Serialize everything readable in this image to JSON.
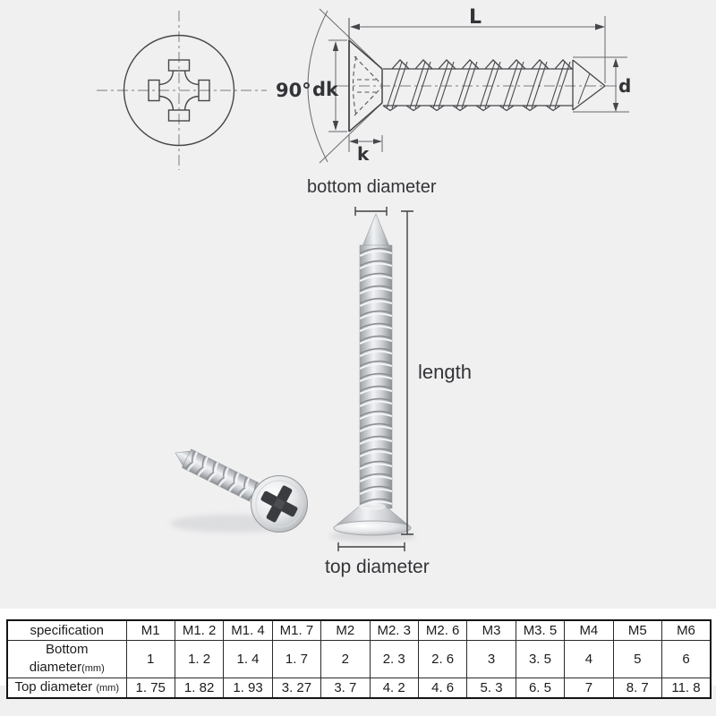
{
  "technical_drawing": {
    "labels": {
      "angle": "90°",
      "head_diameter": "dk",
      "head_height": "k",
      "total_length": "L",
      "thread_diameter": "d"
    }
  },
  "photo_labels": {
    "bottom_diameter": "bottom diameter",
    "length": "length",
    "top_diameter": "top diameter"
  },
  "spec_table": {
    "header_label": "specification",
    "sizes": [
      "M1",
      "M1. 2",
      "M1. 4",
      "M1. 7",
      "M2",
      "M2. 3",
      "M2. 6",
      "M3",
      "M3. 5",
      "M4",
      "M5",
      "M6"
    ],
    "rows": [
      {
        "label": "Bottom diameter",
        "unit": "(mm)",
        "values": [
          "1",
          "1. 2",
          "1. 4",
          "1. 7",
          "2",
          "2. 3",
          "2. 6",
          "3",
          "3. 5",
          "4",
          "5",
          "6"
        ]
      },
      {
        "label": "Top diameter ",
        "unit": "(mm)",
        "values": [
          "1. 75",
          "1. 82",
          "1. 93",
          "3. 27",
          "3. 7",
          "4. 2",
          "4. 6",
          "5. 3",
          "6. 5",
          "7",
          "8. 7",
          "11. 8"
        ]
      }
    ]
  },
  "colors": {
    "background": "#f0f0f1",
    "table_band": "#ffffff",
    "drawing_line": "#46474a",
    "dimension_line": "#66676a",
    "metal_light": "#eef0f2",
    "metal_dark": "#8f9296",
    "recess_dark": "#3a3c40"
  }
}
